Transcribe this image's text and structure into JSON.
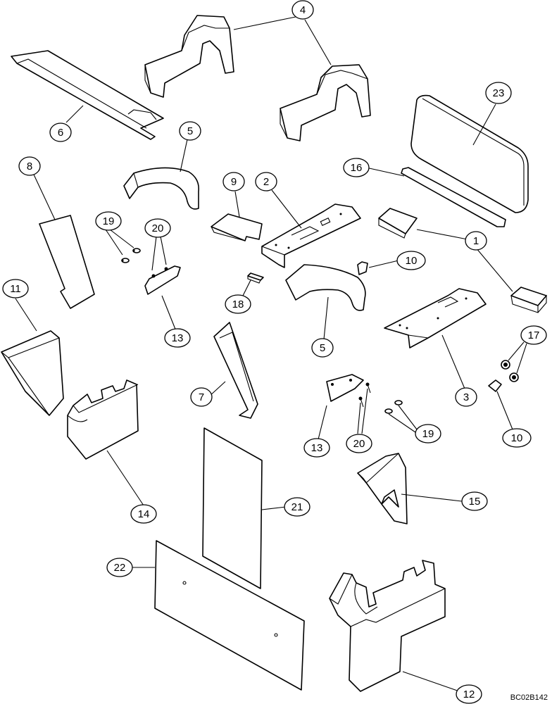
{
  "callouts": {
    "c1": "1",
    "c2": "2",
    "c3": "3",
    "c4": "4",
    "c5a": "5",
    "c5b": "5",
    "c6": "6",
    "c7": "7",
    "c8": "8",
    "c9": "9",
    "c10a": "10",
    "c10b": "10",
    "c11": "11",
    "c12": "12",
    "c13a": "13",
    "c13b": "13",
    "c14": "14",
    "c15": "15",
    "c16": "16",
    "c17": "17",
    "c18": "18",
    "c19a": "19",
    "c19b": "19",
    "c20a": "20",
    "c20b": "20",
    "c21": "21",
    "c22": "22",
    "c23": "23"
  },
  "figure_code": "BC02B142"
}
